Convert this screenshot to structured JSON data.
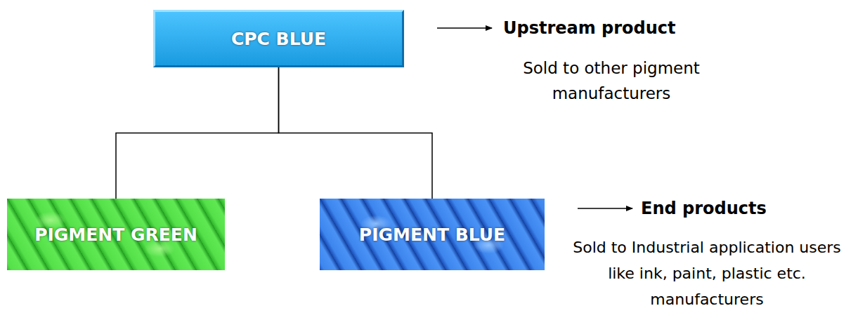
{
  "diagram": {
    "nodes": [
      {
        "text": [
          "CPC BLUE"
        ]
      },
      {
        "text": [
          "PIGMENT GREEN"
        ]
      },
      {
        "text": [
          "PIGMENT BLUE"
        ]
      }
    ],
    "edges": [
      {
        "from": 0,
        "to": 1,
        "arrow": "none"
      },
      {
        "from": 0,
        "to": 2,
        "arrow": "none"
      }
    ],
    "labels": [
      "Upstream product",
      "Sold to other pigment manufacturers",
      "End products",
      "Sold to Industrial application users like ink, paint, plastic etc. manufacturers"
    ]
  }
}
